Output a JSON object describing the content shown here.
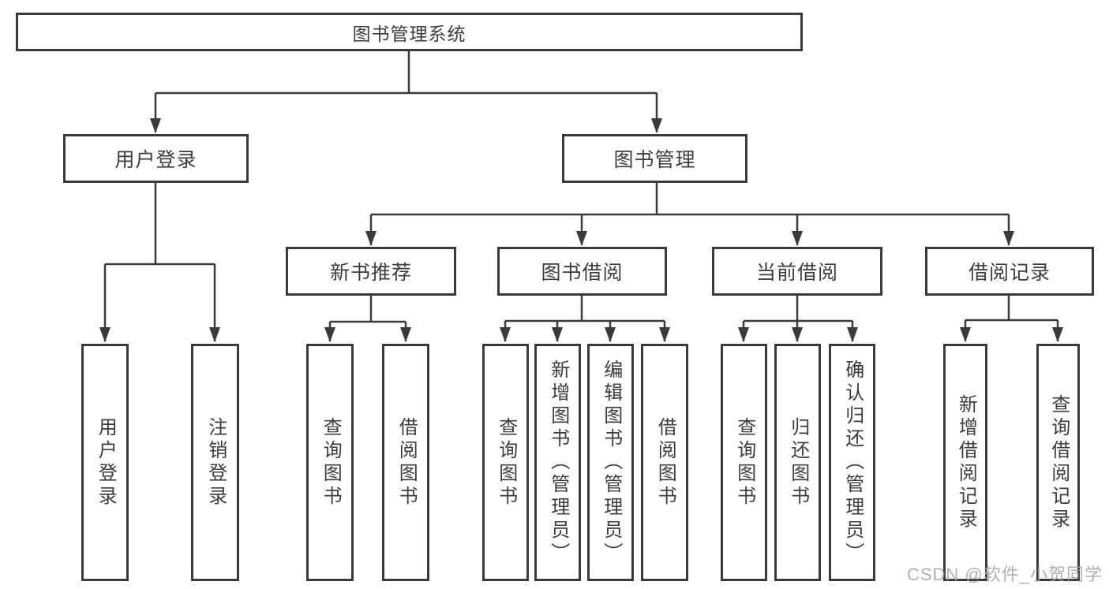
{
  "tree": {
    "label": "图书管理系统",
    "children": [
      {
        "label": "用户登录",
        "children": [
          {
            "label": "用户登录"
          },
          {
            "label": "注销登录"
          }
        ]
      },
      {
        "label": "图书管理",
        "children": [
          {
            "label": "新书推荐",
            "children": [
              {
                "label": "查询图书"
              },
              {
                "label": "借阅图书"
              }
            ]
          },
          {
            "label": "图书借阅",
            "children": [
              {
                "label": "查询图书"
              },
              {
                "label": "新增图书（管理员）"
              },
              {
                "label": "编辑图书（管理员）"
              },
              {
                "label": "借阅图书"
              }
            ]
          },
          {
            "label": "当前借阅",
            "children": [
              {
                "label": "查询图书"
              },
              {
                "label": "归还图书"
              },
              {
                "label": "确认归还（管理员）"
              }
            ]
          },
          {
            "label": "借阅记录",
            "children": [
              {
                "label": "新增借阅记录"
              },
              {
                "label": "查询借阅记录"
              }
            ]
          }
        ]
      }
    ]
  },
  "watermark": {
    "text": "CSDN @软件_小贺同学"
  },
  "colors": {
    "line": "#3a3a3a",
    "text": "#3d3d3d",
    "watermark": "#9ea3a8",
    "background": "#ffffff"
  }
}
